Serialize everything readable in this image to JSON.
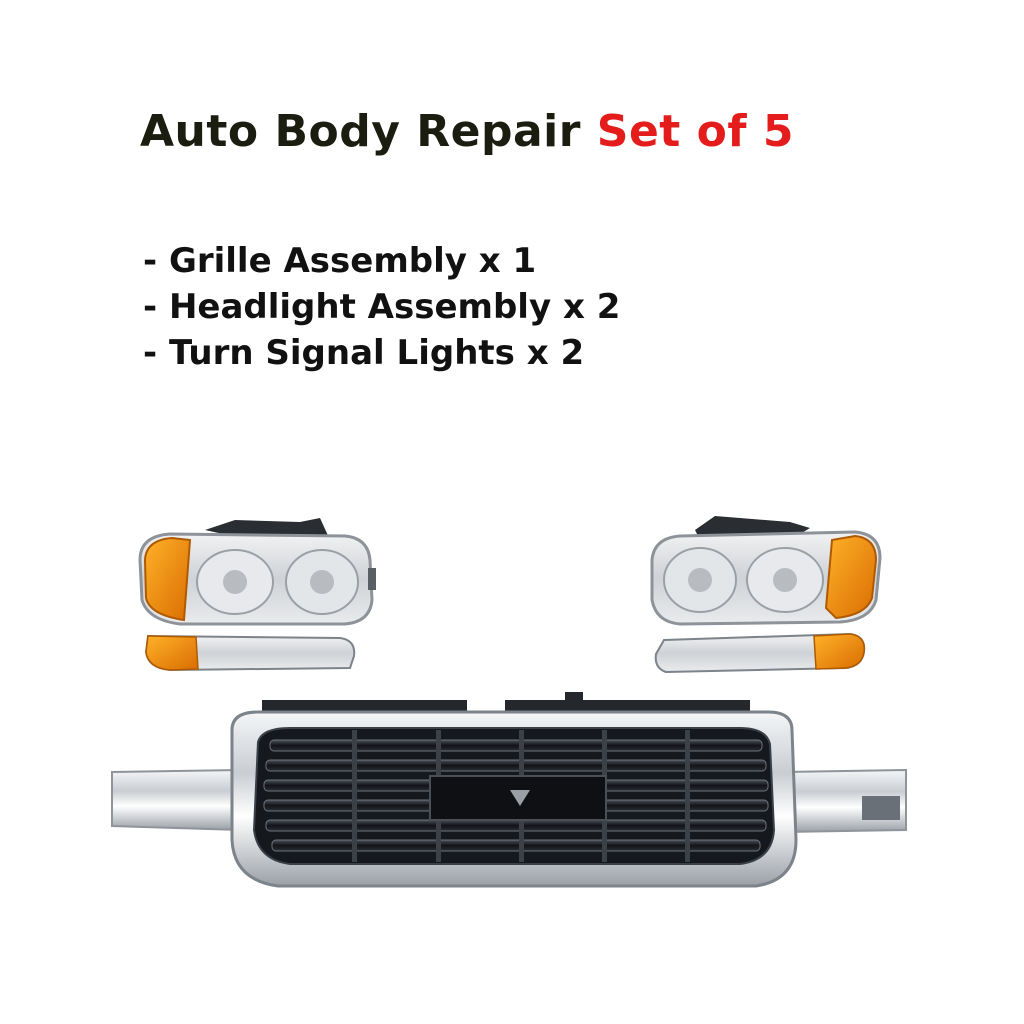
{
  "title": {
    "main": "Auto Body Repair",
    "highlight": "Set of 5"
  },
  "items": [
    "- Grille Assembly x 1",
    "- Headlight Assembly x 2",
    "- Turn Signal Lights x 2"
  ],
  "product_image": {
    "icons": [
      "headlight-left-icon",
      "headlight-right-icon",
      "turn-signal-left-icon",
      "turn-signal-right-icon",
      "grille-icon",
      "emblem-icon"
    ]
  },
  "colors": {
    "title_dark": "#1a1d10",
    "title_accent": "#e41c1c",
    "text": "#111111",
    "amber": "#f08a00",
    "chrome": "#cfd3d8",
    "grille_dark": "#1c1f24"
  }
}
